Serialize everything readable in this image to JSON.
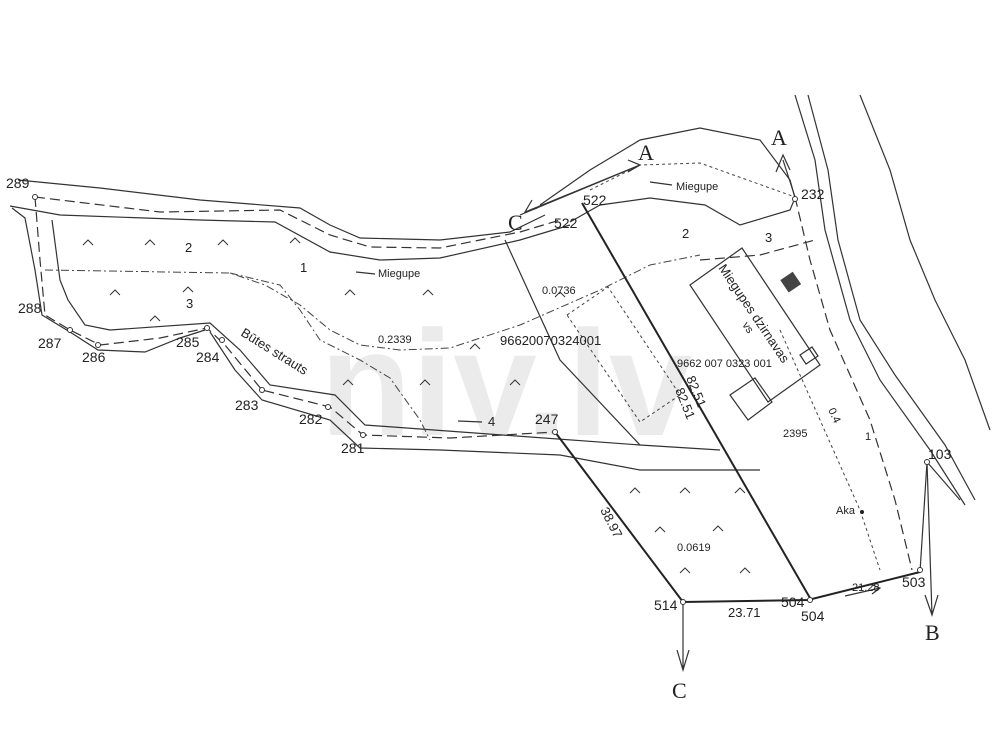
{
  "watermark": "niv.lv",
  "points": {
    "p289": "289",
    "p288": "288",
    "p287": "287",
    "p286": "286",
    "p285": "285",
    "p284": "284",
    "p283": "283",
    "p282": "282",
    "p281": "281",
    "p247": "247",
    "p522a": "522",
    "p522b": "522",
    "p232": "232",
    "p103": "103",
    "p503": "503",
    "p504a": "504",
    "p504b": "504",
    "p514": "514"
  },
  "section_marks": {
    "a1": "A",
    "a2": "A",
    "b": "B",
    "c1": "C",
    "c2": "C"
  },
  "water": {
    "river1": "Miegupe",
    "river2": "Miegupe",
    "stream": "Būtes strauts",
    "flow4": "4"
  },
  "contours": {
    "c1": "1",
    "c2": "2",
    "c3": "3",
    "c2b": "2",
    "c3b": "3",
    "c1b": "1",
    "c04": "0.4"
  },
  "areas": {
    "a1": "0.0736",
    "a2": "0.2339",
    "a3": "0.0619",
    "a4": "2395"
  },
  "parcels": {
    "left": "96620070324001",
    "right": "9662 007 0323 001"
  },
  "distances": {
    "d1": "82.51",
    "d2": "82.51",
    "d3": "38.97",
    "d4": "23.71",
    "d5": "21.28"
  },
  "building": {
    "name": "Miegupes dzirnavas",
    "mark": "vs"
  },
  "misc": {
    "aka": "Aka"
  }
}
